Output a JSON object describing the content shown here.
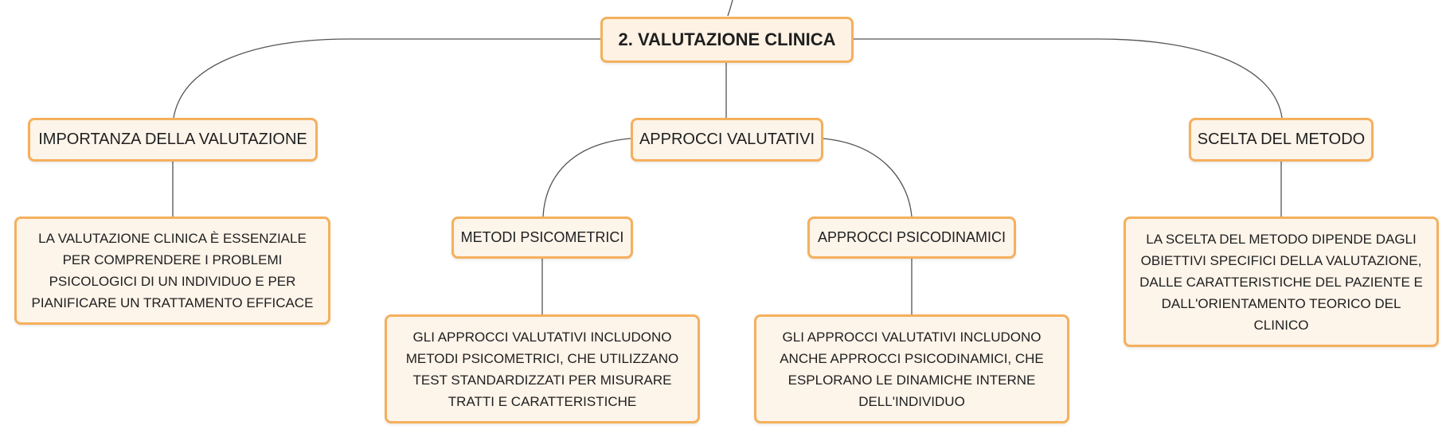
{
  "diagram": {
    "root": {
      "label": "2. VALUTAZIONE CLINICA"
    },
    "topics": [
      {
        "label": "IMPORTANZA DELLA VALUTAZIONE"
      },
      {
        "label": "APPROCCI VALUTATIVI"
      },
      {
        "label": "SCELTA DEL METODO"
      }
    ],
    "subtopics": [
      {
        "label": "METODI PSICOMETRICI"
      },
      {
        "label": "APPROCCI PSICODINAMICI"
      }
    ],
    "descriptions": [
      {
        "text": "LA VALUTAZIONE CLINICA È ESSENZIALE PER COMPRENDERE I PROBLEMI PSICOLOGICI DI UN INDIVIDUO E PER PIANIFICARE UN TRATTAMENTO EFFICACE"
      },
      {
        "text": "GLI APPROCCI VALUTATIVI INCLUDONO METODI PSICOMETRICI, CHE UTILIZZANO TEST STANDARDIZZATI PER MISURARE TRATTI E CARATTERISTICHE"
      },
      {
        "text": "GLI APPROCCI VALUTATIVI INCLUDONO ANCHE APPROCCI PSICODINAMICI, CHE ESPLORANO LE DINAMICHE INTERNE DELL'INDIVIDUO"
      },
      {
        "text": "LA SCELTA DEL METODO DIPENDE DAGLI OBIETTIVI SPECIFICI DELLA VALUTAZIONE, DALLE CARATTERISTICHE DEL PAZIENTE E DALL'ORIENTAMENTO TEORICO DEL CLINICO"
      }
    ],
    "colors": {
      "node_border": "#f4b05d",
      "node_fill": "#fdf4ea",
      "connector": "#555555"
    }
  }
}
